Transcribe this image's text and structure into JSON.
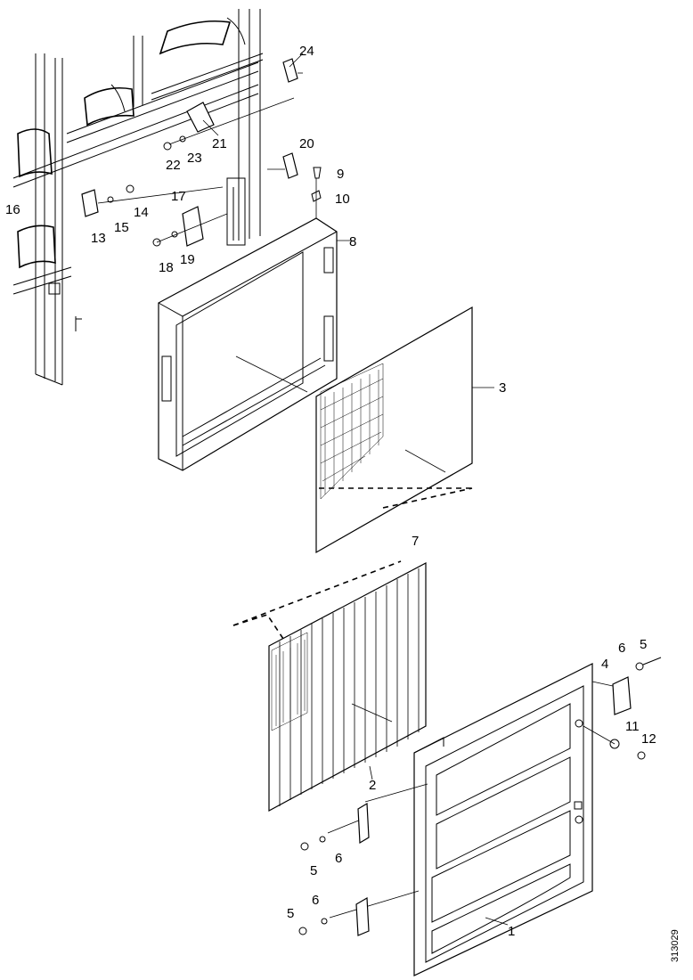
{
  "callouts": [
    {
      "id": "c1",
      "text": "1"
    },
    {
      "id": "c2",
      "text": "2"
    },
    {
      "id": "c3",
      "text": "3"
    },
    {
      "id": "c4",
      "text": "4"
    },
    {
      "id": "c5a",
      "text": "5"
    },
    {
      "id": "c5b",
      "text": "5"
    },
    {
      "id": "c5c",
      "text": "5"
    },
    {
      "id": "c6a",
      "text": "6"
    },
    {
      "id": "c6b",
      "text": "6"
    },
    {
      "id": "c6c",
      "text": "6"
    },
    {
      "id": "c7",
      "text": "7"
    },
    {
      "id": "c8",
      "text": "8"
    },
    {
      "id": "c9",
      "text": "9"
    },
    {
      "id": "c10",
      "text": "10"
    },
    {
      "id": "c11",
      "text": "11"
    },
    {
      "id": "c12",
      "text": "12"
    },
    {
      "id": "c13",
      "text": "13"
    },
    {
      "id": "c14",
      "text": "14"
    },
    {
      "id": "c15",
      "text": "15"
    },
    {
      "id": "c16",
      "text": "16"
    },
    {
      "id": "c17",
      "text": "17"
    },
    {
      "id": "c18",
      "text": "18"
    },
    {
      "id": "c19",
      "text": "19"
    },
    {
      "id": "c20",
      "text": "20"
    },
    {
      "id": "c21",
      "text": "21"
    },
    {
      "id": "c22",
      "text": "22"
    },
    {
      "id": "c23",
      "text": "23"
    },
    {
      "id": "c24",
      "text": "24"
    }
  ],
  "document_number": "313029"
}
